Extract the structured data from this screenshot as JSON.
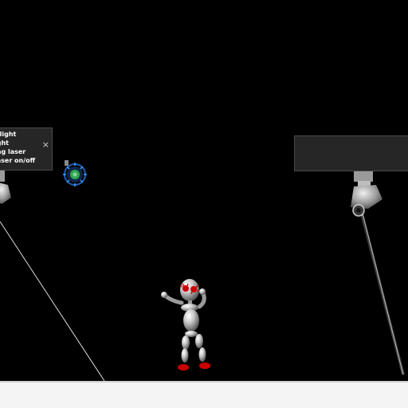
{
  "scene": {
    "background_color": "#000000",
    "floor_color": "#f4f4f4"
  },
  "control_panel": {
    "items": [
      {
        "label": "t light"
      },
      {
        "label": "ight"
      },
      {
        "label": "ing laser"
      },
      {
        "label": "laser on/off"
      }
    ],
    "close_icon": "×"
  },
  "right_panel": {},
  "icons": {
    "globe": "globe-icon",
    "spotlight_left": "spotlight-icon",
    "spotlight_right": "spotlight-icon"
  },
  "colors": {
    "robot_body": "#c8c8c8",
    "robot_accent": "#cc0000",
    "globe_ring": "#1f5fb4",
    "globe_center": "#2fa84f",
    "panel": "#262626",
    "laser": "#ffffff"
  }
}
